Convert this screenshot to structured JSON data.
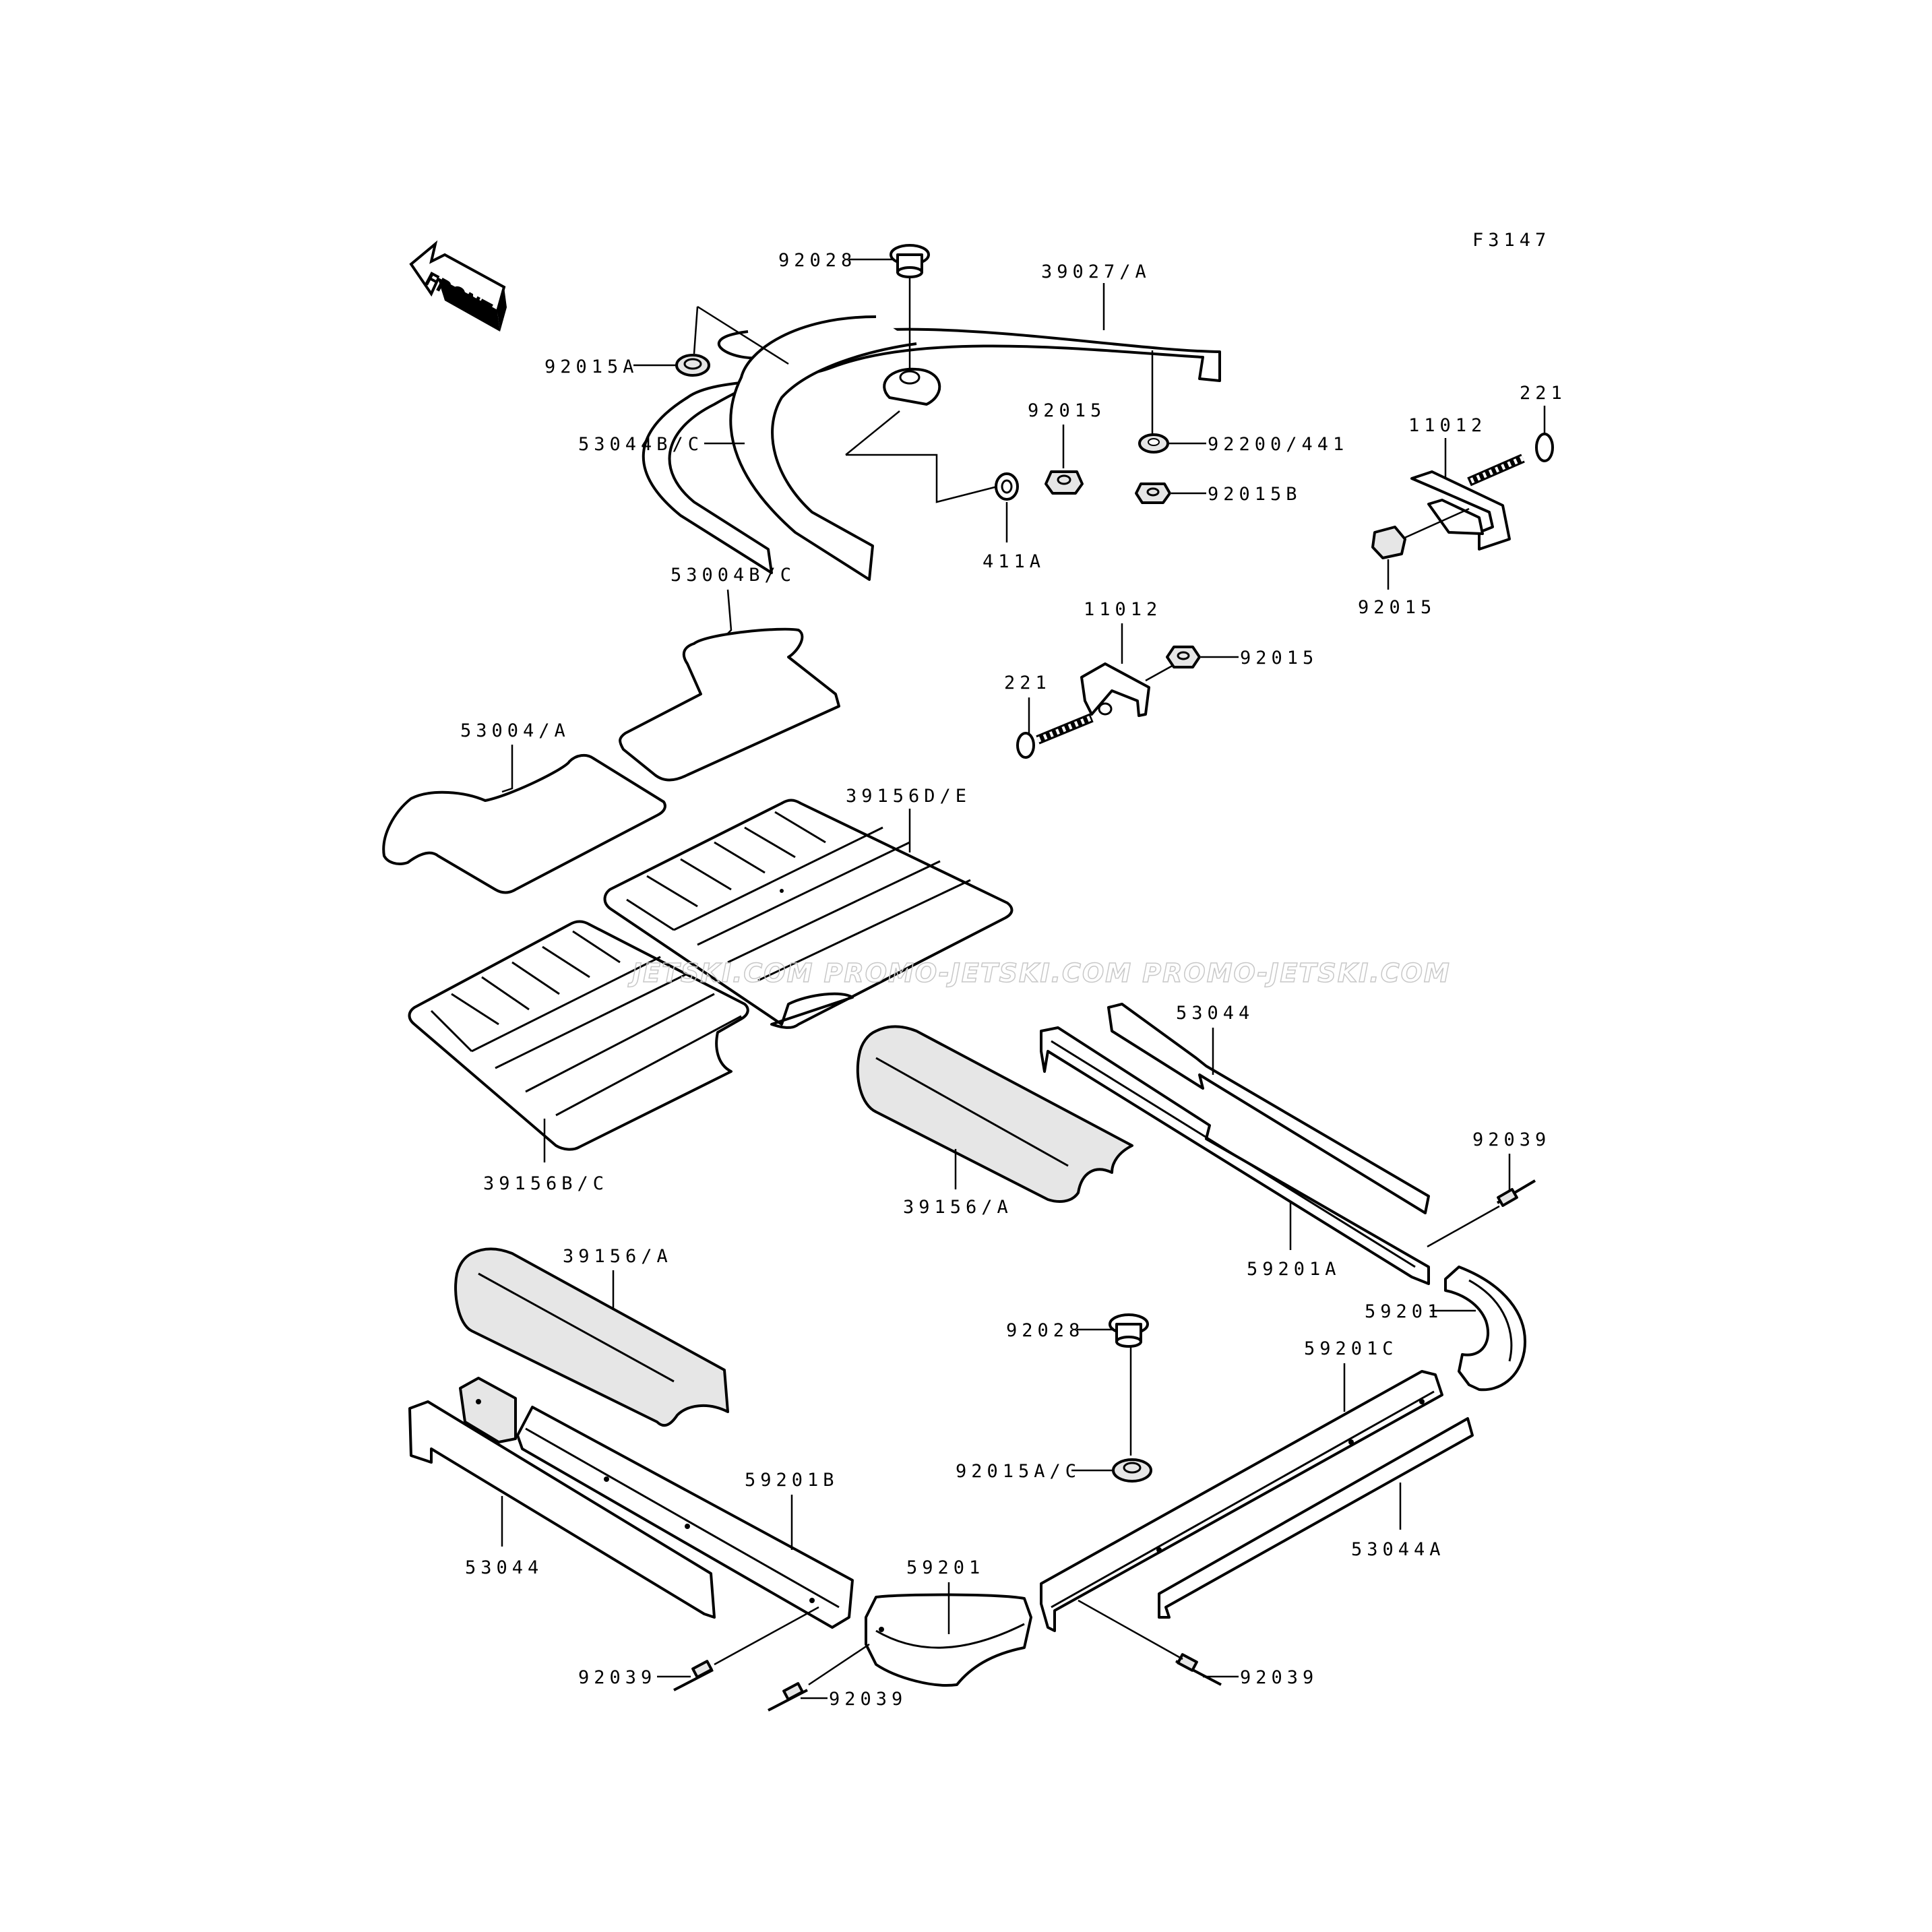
{
  "figure_code": "F3147",
  "front_label": "FRONT",
  "watermark": "JETSKI.COM  PROMO-JETSKI.COM  PROMO-JETSKI.COM",
  "labels": {
    "p92028_top": "92028",
    "p39027A": "39027/A",
    "p92015A": "92015A",
    "p53044BC": "53044B/C",
    "p92015_mid": "92015",
    "p92200_441": "92200/441",
    "p92015B": "92015B",
    "p411A": "411A",
    "p11012_right": "11012",
    "p221_right": "221",
    "p92015_right": "92015",
    "p53004BC": "53004B/C",
    "p11012_mid": "11012",
    "p221_mid": "221",
    "p92015_bracket": "92015",
    "p53004A": "53004/A",
    "p39156DE": "39156D/E",
    "p39156BC": "39156B/C",
    "p39156A_mid": "39156/A",
    "p53044_right": "53044",
    "p92039_right": "92039",
    "p59201A": "59201A",
    "p39156A_low": "39156/A",
    "p92028_low": "92028",
    "p59201_corner_r": "59201",
    "p59201C": "59201C",
    "p92015AC": "92015A/C",
    "p59201B": "59201B",
    "p53044_left": "53044",
    "p53044A": "53044A",
    "p59201_corner_l": "59201",
    "p92039_bl": "92039",
    "p92039_bm": "92039",
    "p92039_br": "92039"
  }
}
